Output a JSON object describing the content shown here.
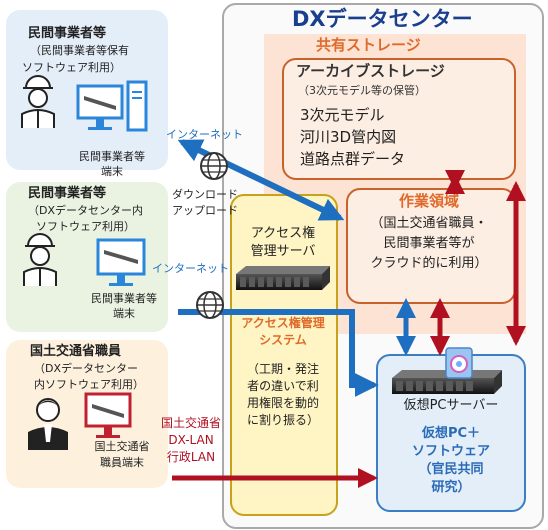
{
  "dx_center": {
    "title": "DXデータセンター"
  },
  "shared_storage": {
    "label": "共有ストレージ"
  },
  "archive_storage": {
    "title": "アーカイブストレージ",
    "subtitle": "（3次元モデル等の保管）",
    "items": [
      "3次元モデル",
      "河川3D管内図",
      "道路点群データ"
    ]
  },
  "work_area": {
    "title": "作業領域",
    "lines": [
      "（国土交通省職員・",
      "民間事業者等が",
      "クラウド的に利用）"
    ]
  },
  "access_server": {
    "lines": [
      "アクセス権",
      "管理サーバ"
    ],
    "system_lines": [
      "アクセス権管理",
      "システム"
    ],
    "desc_lines": [
      "（工期・発注",
      "者の違いで利",
      "用権限を動的",
      "に割り振る）"
    ]
  },
  "virtual_pc": {
    "server_label": "仮想PCサーバー",
    "lines": [
      "仮想PC＋",
      "ソフトウェア",
      "（官民共同",
      "研究）"
    ]
  },
  "user_private_1": {
    "lines": [
      "民間事業者等",
      "（民間事業者等保有",
      "ソフトウェア利用）"
    ],
    "terminal_lines": [
      "民間事業者等",
      "端末"
    ]
  },
  "user_private_2": {
    "lines": [
      "民間事業者等",
      "（DXデータセンター内",
      "ソフトウェア利用）"
    ],
    "terminal_lines": [
      "民間事業者等",
      "端末"
    ]
  },
  "user_mlit": {
    "lines": [
      "国土交通省職員",
      "（DXデータセンター",
      "内ソフトウェア利用）"
    ],
    "terminal_lines": [
      "国土交通省",
      "職員端末"
    ]
  },
  "connections": {
    "internet_1": "インターネット",
    "internet_2": "インターネット",
    "download_upload": [
      "ダウンロード",
      "アップロード"
    ],
    "lan_lines": [
      "国土交通省",
      "DX-LAN",
      "行政LAN"
    ]
  },
  "colors": {
    "blue": "#1f6fc0",
    "orange": "#d9733a",
    "dark_red": "#b01020",
    "yellow": "#fff3c0"
  }
}
